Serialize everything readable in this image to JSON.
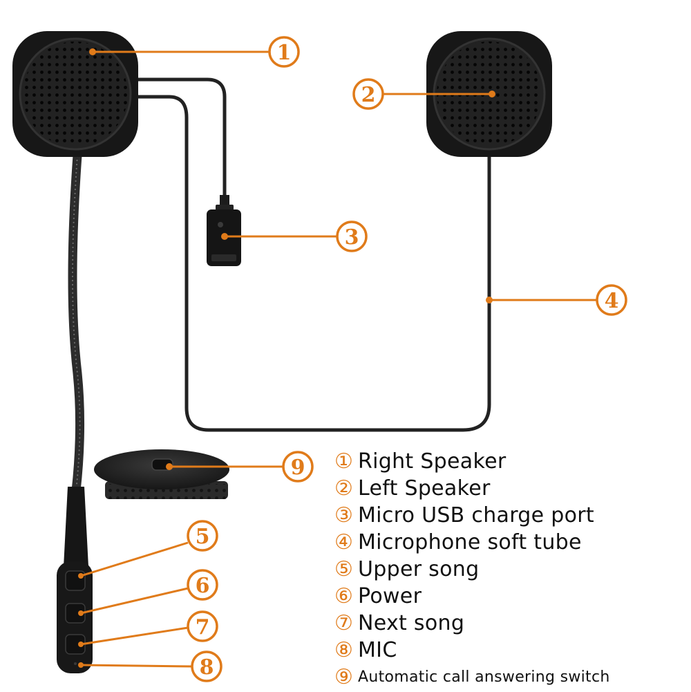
{
  "accent_color": "#e07b1a",
  "callouts": {
    "c1": "1",
    "c2": "2",
    "c3": "3",
    "c4": "4",
    "c5": "5",
    "c6": "6",
    "c7": "7",
    "c8": "8",
    "c9": "9"
  },
  "legend": [
    {
      "num": "①",
      "text": "Right Speaker"
    },
    {
      "num": "②",
      "text": "Left Speaker"
    },
    {
      "num": "③",
      "text": "Micro USB charge port"
    },
    {
      "num": "④",
      "text": "Microphone soft tube"
    },
    {
      "num": "⑤",
      "text": "Upper song"
    },
    {
      "num": "⑥",
      "text": "Power"
    },
    {
      "num": "⑦",
      "text": "Next song"
    },
    {
      "num": "⑧",
      "text": "MIC"
    },
    {
      "num": "⑨",
      "text": "Automatic call answering switch"
    }
  ]
}
